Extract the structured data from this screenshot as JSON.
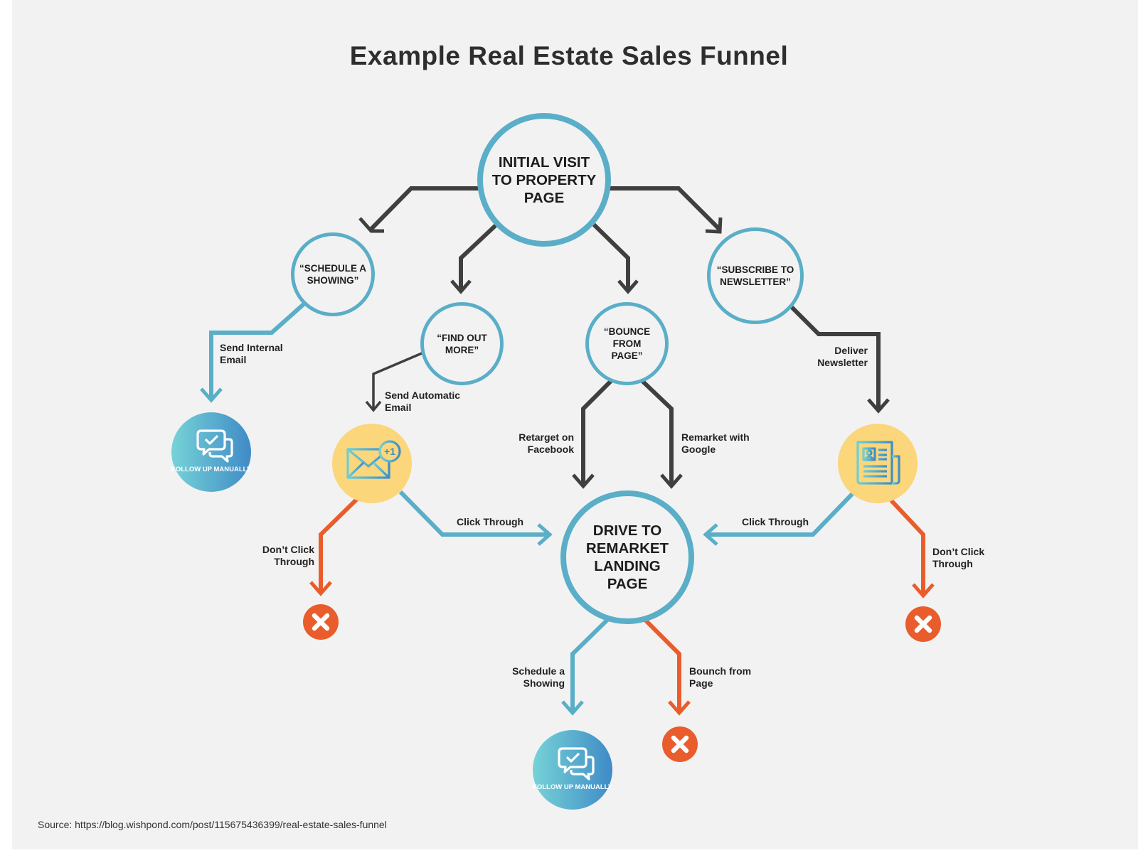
{
  "title": "Example Real Estate Sales Funnel",
  "nodes": {
    "initial_visit": "INITIAL VISIT TO PROPERTY PAGE",
    "schedule_showing": "“SCHEDULE A SHOWING”",
    "find_out_more": "“FIND OUT MORE”",
    "bounce_from_page": "“BOUNCE FROM PAGE”",
    "subscribe_newsletter": "“SUBSCRIBE TO NEWSLETTER”",
    "drive_to_remarket": "DRIVE TO REMARKET LANDING PAGE"
  },
  "edge_labels": {
    "send_internal_email": "Send Internal Email",
    "send_automatic_email": "Send Automatic Email",
    "retarget_facebook": "Retarget on Facebook",
    "remarket_google": "Remarket with Google",
    "deliver_newsletter": "Deliver Newsletter",
    "click_through_left": "Click Through",
    "click_through_right": "Click Through",
    "dont_click_left": "Don’t Click Through",
    "dont_click_right": "Don’t Click Through",
    "schedule_a_showing": "Schedule a Showing",
    "bounch_from_page": "Bounch from Page"
  },
  "icons": {
    "follow_up_left": "FOLLOW UP MANUALLY",
    "follow_up_bottom": "FOLLOW UP MANUALLY",
    "email_badge": "+1",
    "chat_icon": "chat-check-icon",
    "email_icon": "envelope-icon",
    "newspaper_icon": "newspaper-icon",
    "stop_icon": "x-icon"
  },
  "colors": {
    "teal": "#5aaec7",
    "dark": "#3f3f3f",
    "orange": "#e95c2b",
    "yellow": "#fbd67a"
  },
  "source": "Source: https://blog.wishpond.com/post/115675436399/real-estate-sales-funnel"
}
